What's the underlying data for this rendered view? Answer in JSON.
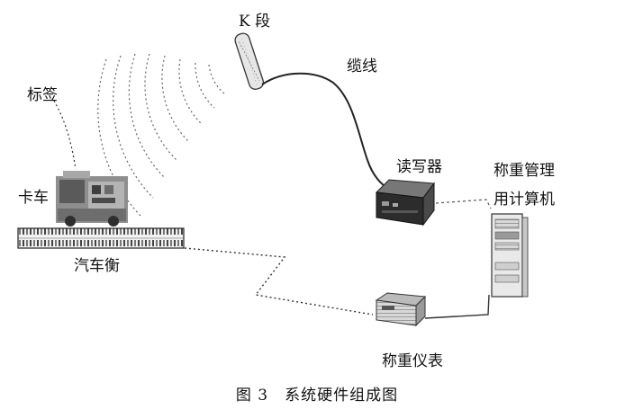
{
  "labels": {
    "k_segment": "K 段",
    "cable": "缆线",
    "tag": "标签",
    "reader": "读写器",
    "weighing_computer_line1": "称重管理",
    "weighing_computer_line2": "用计算机",
    "truck": "卡车",
    "truck_scale": "汽车衡",
    "weighing_instrument": "称重仪表"
  },
  "caption": {
    "figure_number": "图 3",
    "title": "系统硬件组成图"
  }
}
